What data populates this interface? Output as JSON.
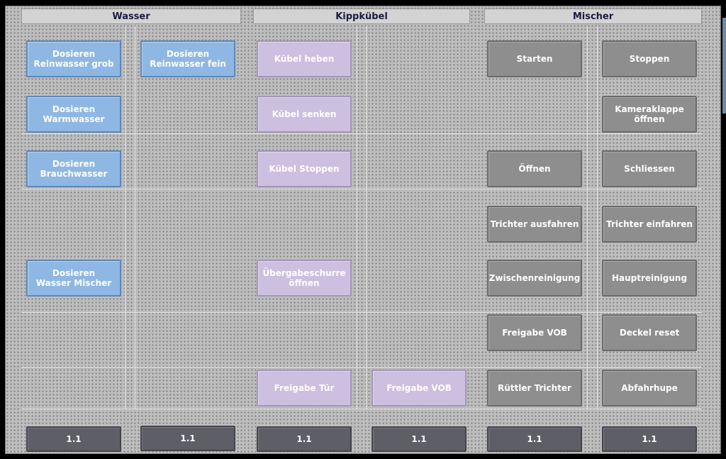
{
  "headers": {
    "wasser": "Wasser",
    "kippkuebel": "Kippkübel",
    "mischer": "Mischer"
  },
  "buttons": {
    "reinwasser_grob": "Dosieren\nReinwasser grob",
    "reinwasser_fein": "Dosieren\nReinwasser fein",
    "warmwasser": "Dosieren\nWarmwasser",
    "brauchwasser": "Dosieren\nBrauchwasser",
    "wasser_mischer": "Dosieren\nWasser Mischer",
    "kuebel_heben": "Kübel heben",
    "kuebel_senken": "Kübel senken",
    "kuebel_stoppen": "Kübel Stoppen",
    "uebergabeschurre": "Übergabeschurre\nöffnen",
    "freigabe_tuer": "Freigabe Tür",
    "freigabe_vob_kippkuebel": "Freigabe VOB",
    "starten": "Starten",
    "stoppen": "Stoppen",
    "kameraklappe": "Kameraklappe\nöffnen",
    "oeffnen": "Öffnen",
    "schliessen": "Schliessen",
    "trichter_ausfahren": "Trichter ausfahren",
    "trichter_einfahren": "Trichter einfahren",
    "zwischenreinigung": "Zwischenreinigung",
    "hauptreinigung": "Hauptreinigung",
    "freigabe_vob_mischer": "Freigabe VOB",
    "deckel_reset": "Deckel reset",
    "ruettler_trichter": "Rüttler Trichter",
    "abfahrhupe": "Abfahrhupe"
  },
  "footer": [
    "1.1",
    "1.1",
    "1.1",
    "1.1",
    "1.1",
    "1.1"
  ],
  "colors": {
    "wasser_button": "#8fb7e3",
    "kippkuebel_button": "#cdbfdf",
    "mischer_button": "#8e8e8e",
    "footer_button": "#5e5e66"
  }
}
